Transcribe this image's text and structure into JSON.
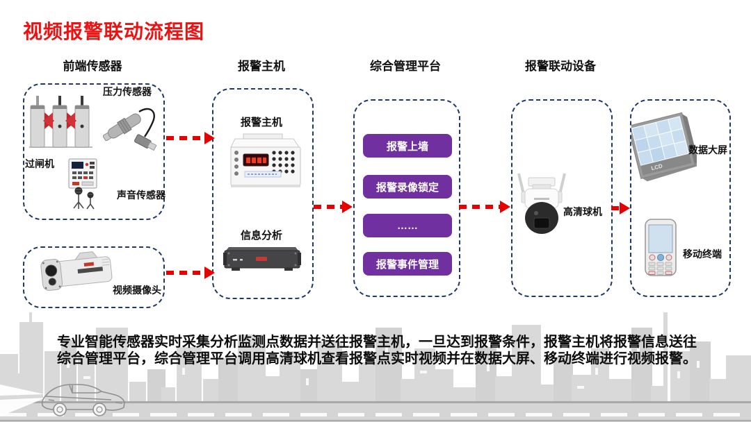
{
  "title": "视频报警联动流程图",
  "columns": {
    "sensors": "前端传感器",
    "host": "报警主机",
    "platform": "综合管理平台",
    "linkage": "报警联动设备"
  },
  "sensors_box": {
    "pressure_label": "压力传感器",
    "turnstile_label": "过闸机",
    "sound_label": "声音传感器"
  },
  "camera_box": {
    "label": "视频摄像头"
  },
  "host_box": {
    "host_label": "报警主机",
    "analysis_label": "信息分析"
  },
  "platform_box": {
    "buttons": [
      "报警上墙",
      "报警录像锁定",
      "……",
      "报警事件管理"
    ]
  },
  "linkage_box": {
    "label": "高清球机"
  },
  "output_box": {
    "screen_label": "数据大屏",
    "screen_text": "LCD",
    "mobile_label": "移动终端"
  },
  "description": {
    "line1": "专业智能传感器实时采集分析监测点数据并送往报警主机，一旦达到报警条件，报警主机将报警信息送往",
    "line2": "综合管理平台，综合管理平台调用高清球机查看报警点实时视频并在数据大屏、移动终端进行视频报警。"
  },
  "colors": {
    "title_red": "#ee1111",
    "arrow_red": "#e60000",
    "box_border_navy": "#1f3864",
    "button_purple": "#7030a0",
    "city_gray": "#d9d9d9"
  }
}
